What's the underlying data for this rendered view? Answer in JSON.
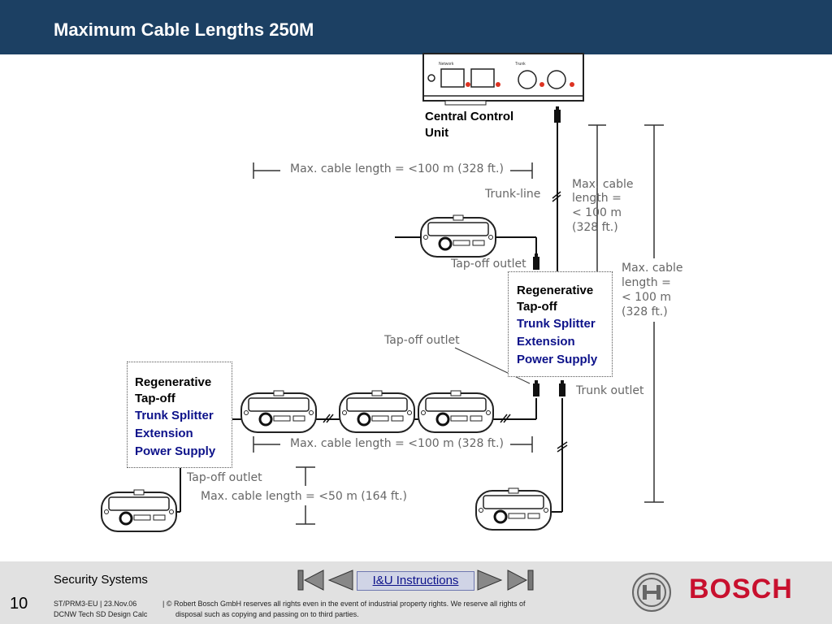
{
  "header": {
    "title": "Maximum Cable Lengths 250M"
  },
  "control_unit": {
    "label_line1": "Central Control",
    "label_line2": "Unit",
    "connector_labels": [
      "Network",
      "Trunk"
    ]
  },
  "annotations": {
    "top_max": "Max. cable length = <100 m (328 ft.)",
    "trunk_line": "Trunk-line",
    "trunk_max": [
      "Max. cable",
      "length =",
      "< 100 m",
      "(328 ft.)"
    ],
    "right_max": [
      "Max. cable",
      "length =",
      "< 100 m",
      "(328 ft.)"
    ],
    "tapoff_outlet_1": "Tap-off outlet",
    "tapoff_outlet_2": "Tap-off outlet",
    "trunk_outlet": "Trunk outlet",
    "mid_max": "Max. cable length = <100 m (328 ft.)",
    "tapoff_outlet_3": "Tap-off outlet",
    "short_max": "Max. cable length = <50 m (164 ft.)"
  },
  "right_box": {
    "line1": "Regenerative",
    "line2": "Tap-off",
    "blue1": "Trunk Splitter",
    "blue2": "Extension",
    "blue3": "Power Supply"
  },
  "left_box": {
    "line1": "Regenerative",
    "line2": "Tap-off",
    "blue1": "Trunk Splitter",
    "blue2": "Extension",
    "blue3": "Power Supply"
  },
  "footer": {
    "section": "Security Systems",
    "page": "10",
    "doc_line1": "ST/PRM3-EU | 23.Nov.06",
    "doc_line2": "DCNW Tech SD Design Calc",
    "copyright_line1": "| © Robert Bosch GmbH reserves all rights even in the event of industrial property rights. We reserve all rights of",
    "copyright_line2": "disposal such as copying and passing on to third parties.",
    "nav_label": "I&U Instructions",
    "brand": "BOSCH"
  },
  "colors": {
    "header_bg": "#1c4063",
    "footer_bg": "#e1e1e1",
    "blue_text": "#0d128a",
    "brand_red": "#c8102e"
  },
  "icons": [
    "first-page-icon",
    "previous-icon",
    "next-icon",
    "last-page-icon",
    "bosch-armature-icon"
  ]
}
